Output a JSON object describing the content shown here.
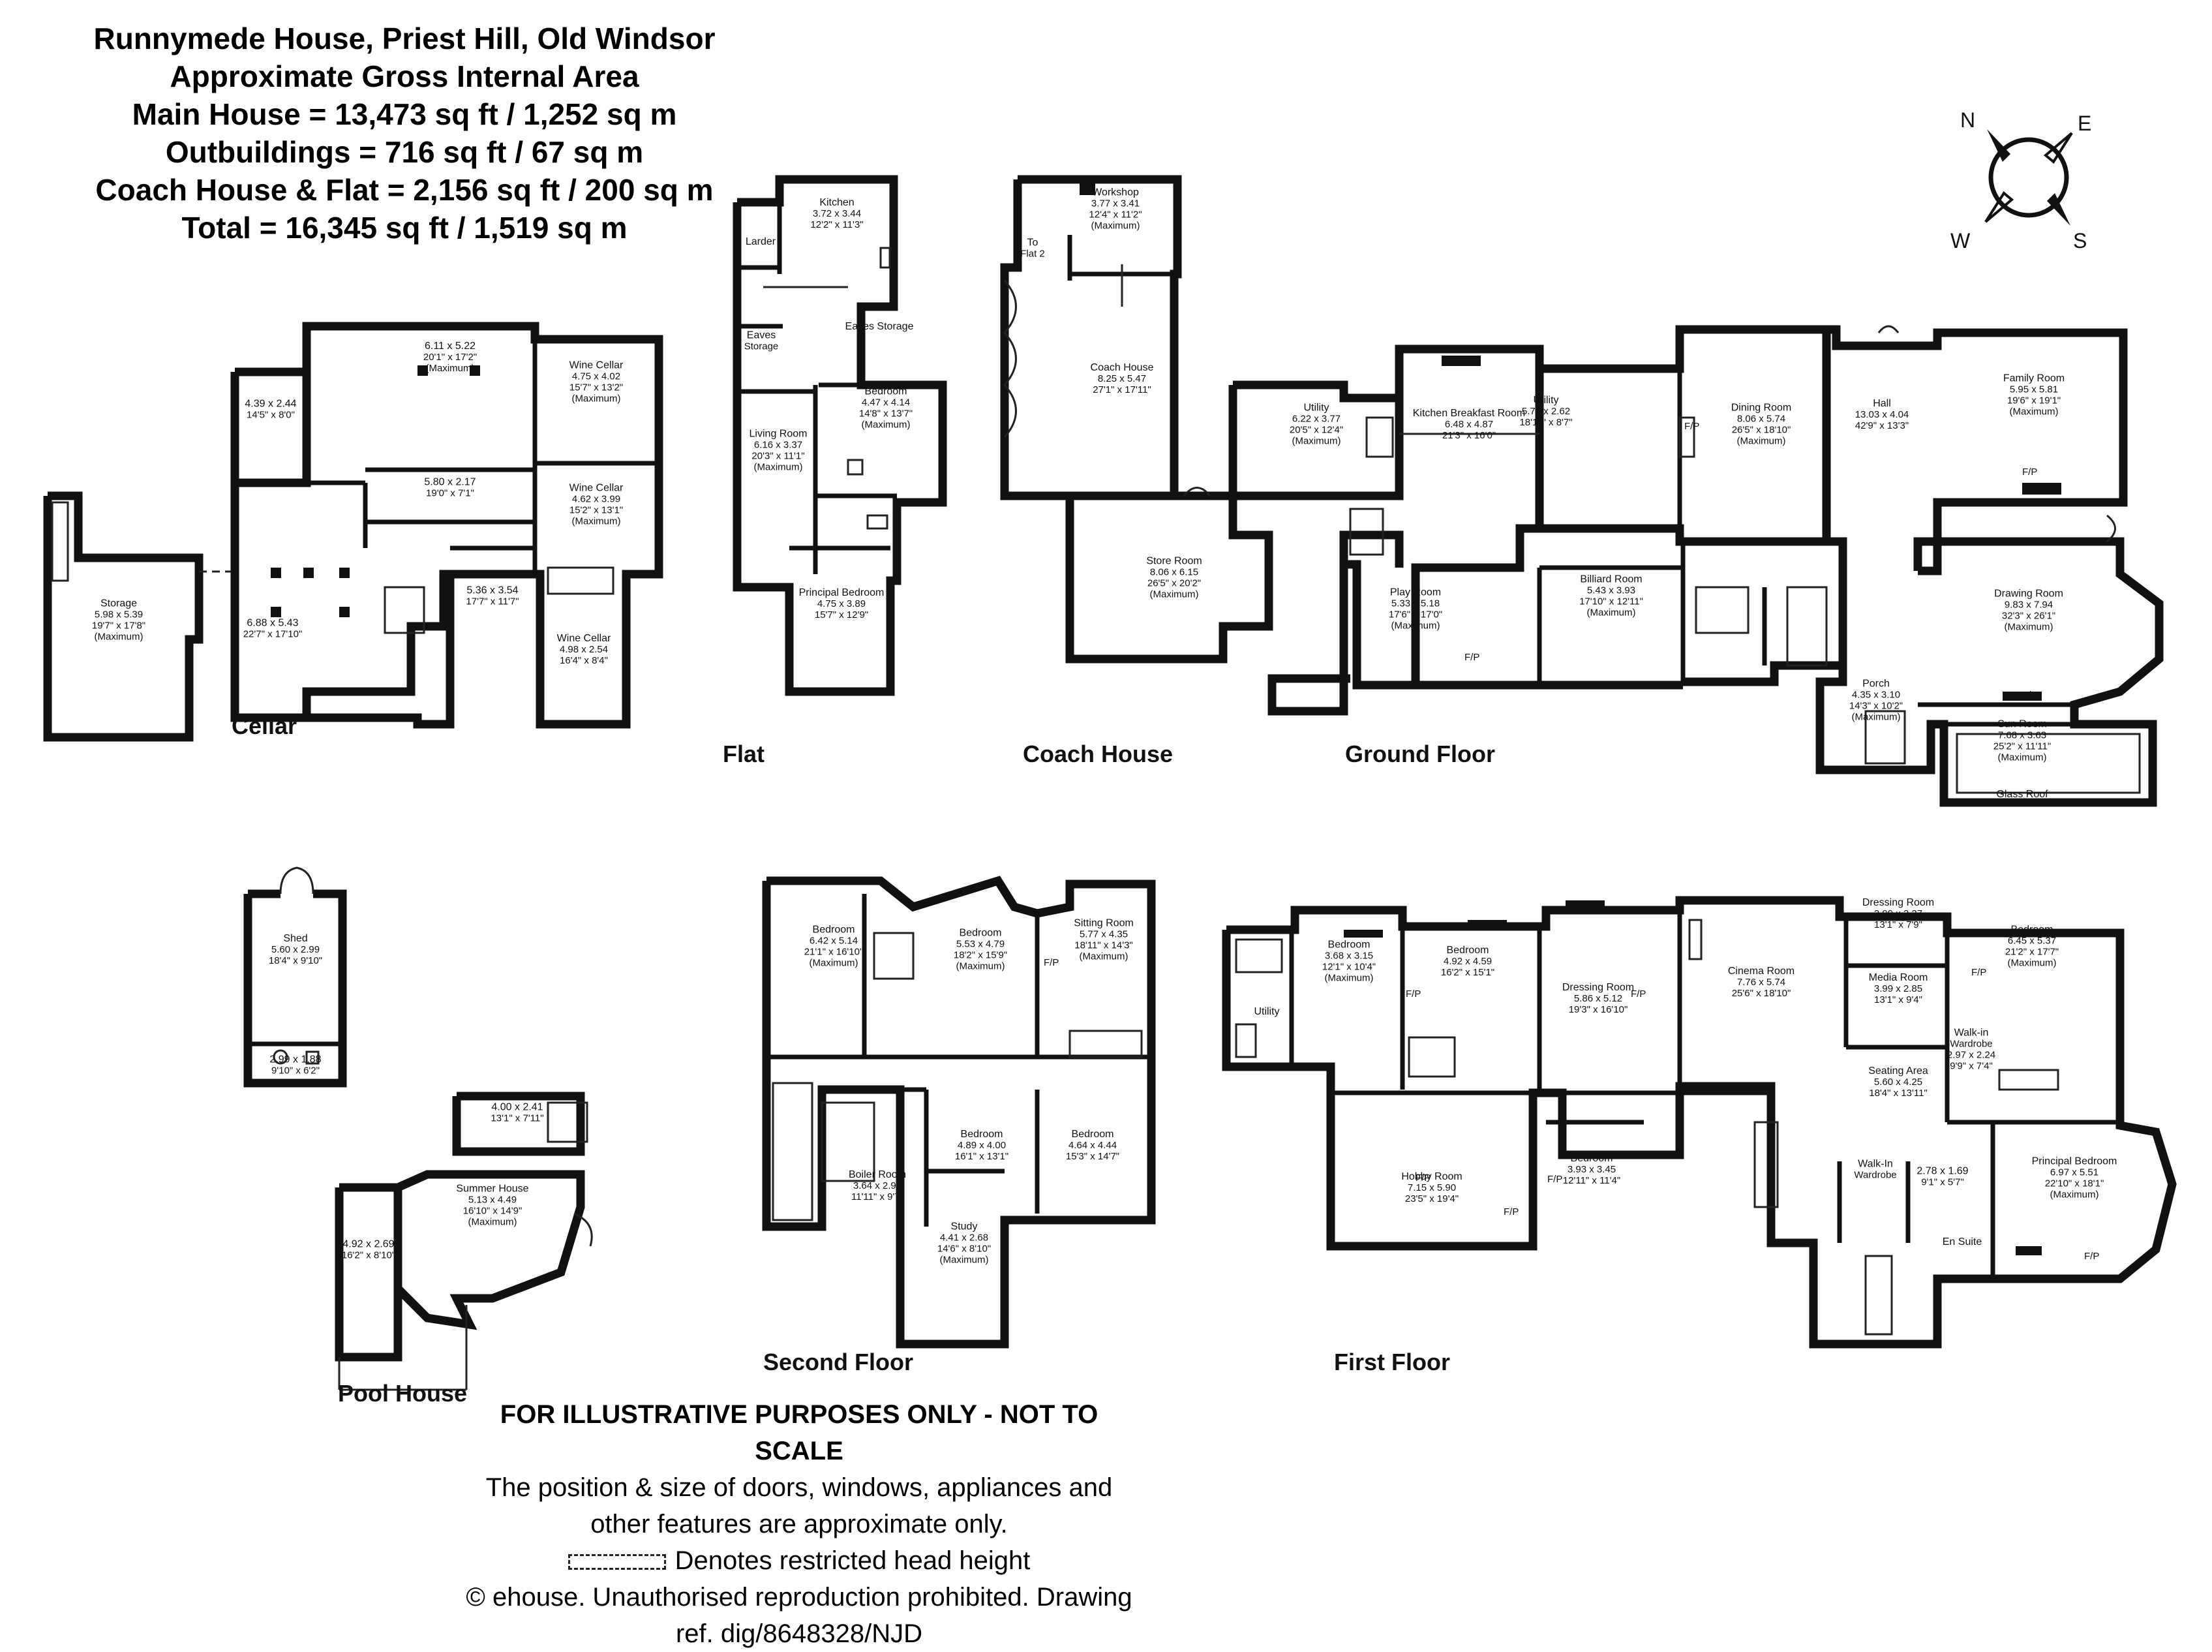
{
  "header": {
    "property": "Runnymede House, Priest Hill, Old Windsor",
    "area_title": "Approximate Gross Internal Area",
    "main_house": "Main House = 13,473 sq ft / 1,252 sq m",
    "outbuildings": "Outbuildings = 716 sq ft / 67 sq m",
    "coach_house": "Coach House & Flat = 2,156 sq ft / 200 sq m",
    "total": "Total = 16,345 sq ft / 1,519 sq m"
  },
  "compass": {
    "n": "N",
    "e": "E",
    "s": "S",
    "w": "W"
  },
  "sections": {
    "cellar": "Cellar",
    "flat": "Flat",
    "coach_house": "Coach House",
    "ground_floor": "Ground Floor",
    "pool_house": "Pool House",
    "second_floor": "Second Floor",
    "first_floor": "First Floor"
  },
  "rooms": [
    {
      "id": "cellar-storage",
      "lines": [
        "Storage",
        "5.98 x 5.39",
        "19'7\" x 17'8\"",
        "(Maximum)"
      ]
    },
    {
      "id": "cellar-small",
      "lines": [
        "4.39 x 2.44",
        "14'5\" x 8'0\""
      ]
    },
    {
      "id": "cellar-main",
      "lines": [
        "6.88 x 5.43",
        "22'7\" x 17'10\""
      ]
    },
    {
      "id": "cellar-top",
      "lines": [
        "6.11 x 5.22",
        "20'1\" x 17'2\"",
        "(Maximum)"
      ]
    },
    {
      "id": "cellar-mid",
      "lines": [
        "5.80 x 2.17",
        "19'0\" x 7'1\""
      ]
    },
    {
      "id": "cellar-wine1",
      "lines": [
        "Wine Cellar",
        "4.75 x 4.02",
        "15'7\" x 13'2\"",
        "(Maximum)"
      ]
    },
    {
      "id": "cellar-wine2",
      "lines": [
        "Wine Cellar",
        "4.62 x 3.99",
        "15'2\" x 13'1\"",
        "(Maximum)"
      ]
    },
    {
      "id": "cellar-536",
      "lines": [
        "5.36 x 3.54",
        "17'7\" x 11'7\""
      ]
    },
    {
      "id": "cellar-wine3",
      "lines": [
        "Wine Cellar",
        "4.98 x 2.54",
        "16'4\" x 8'4\""
      ]
    },
    {
      "id": "flat-kitchen",
      "lines": [
        "Kitchen",
        "3.72 x 3.44",
        "12'2\" x 11'3\""
      ]
    },
    {
      "id": "flat-larder",
      "lines": [
        "Larder"
      ]
    },
    {
      "id": "flat-eaves1",
      "lines": [
        "Eaves",
        "Storage"
      ]
    },
    {
      "id": "flat-eaves2",
      "lines": [
        "Eaves Storage"
      ]
    },
    {
      "id": "flat-living",
      "lines": [
        "Living Room",
        "6.16 x 3.37",
        "20'3\" x 11'1\"",
        "(Maximum)"
      ]
    },
    {
      "id": "flat-bedroom",
      "lines": [
        "Bedroom",
        "4.47 x 4.14",
        "14'8\" x 13'7\"",
        "(Maximum)"
      ]
    },
    {
      "id": "flat-principal",
      "lines": [
        "Principal Bedroom",
        "4.75 x 3.89",
        "15'7\" x 12'9\""
      ]
    },
    {
      "id": "coach-workshop",
      "lines": [
        "Workshop",
        "3.77 x 3.41",
        "12'4\" x 11'2\"",
        "(Maximum)"
      ]
    },
    {
      "id": "coach-toflat",
      "lines": [
        "To",
        "Flat 2"
      ]
    },
    {
      "id": "coach-house",
      "lines": [
        "Coach House",
        "8.25 x 5.47",
        "27'1\" x 17'11\""
      ]
    },
    {
      "id": "coach-store",
      "lines": [
        "Store Room",
        "8.06 x 6.15",
        "26'5\" x 20'2\"",
        "(Maximum)"
      ]
    },
    {
      "id": "gf-utility1",
      "lines": [
        "Utility",
        "6.22 x 3.77",
        "20'5\" x 12'4\"",
        "(Maximum)"
      ]
    },
    {
      "id": "gf-kitchen",
      "lines": [
        "Kitchen Breakfast Room",
        "6.48 x 4.87",
        "21'3\" x 16'0\""
      ]
    },
    {
      "id": "gf-utility2",
      "lines": [
        "Utility",
        "5.76 x 2.62",
        "18'11\" x 8'7\""
      ]
    },
    {
      "id": "gf-dining",
      "lines": [
        "Dining Room",
        "8.06 x 5.74",
        "26'5\" x 18'10\"",
        "(Maximum)"
      ]
    },
    {
      "id": "gf-hall",
      "lines": [
        "Hall",
        "13.03 x 4.04",
        "42'9\" x 13'3\""
      ]
    },
    {
      "id": "gf-family",
      "lines": [
        "Family Room",
        "5.95 x 5.81",
        "19'6\" x 19'1\"",
        "(Maximum)"
      ]
    },
    {
      "id": "gf-play",
      "lines": [
        "Play Room",
        "5.33 x 5.18",
        "17'6\" x 17'0\"",
        "(Maximum)"
      ]
    },
    {
      "id": "gf-billiard",
      "lines": [
        "Billiard Room",
        "5.43 x 3.93",
        "17'10\" x 12'11\"",
        "(Maximum)"
      ]
    },
    {
      "id": "gf-drawing",
      "lines": [
        "Drawing Room",
        "9.83 x 7.94",
        "32'3\" x 26'1\"",
        "(Maximum)"
      ]
    },
    {
      "id": "gf-porch",
      "lines": [
        "Porch",
        "4.35 x 3.10",
        "14'3\" x 10'2\"",
        "(Maximum)"
      ]
    },
    {
      "id": "gf-sun",
      "lines": [
        "Sun Room",
        "7.68 x 3.63",
        "25'2\" x 11'11\"",
        "(Maximum)"
      ]
    },
    {
      "id": "gf-glass",
      "lines": [
        "Glass Roof"
      ]
    },
    {
      "id": "pool-shed",
      "lines": [
        "Shed",
        "5.60 x 2.99",
        "18'4\" x 9'10\""
      ]
    },
    {
      "id": "pool-small",
      "lines": [
        "2.99 x 1.88",
        "9'10\" x 6'2\""
      ]
    },
    {
      "id": "pool-400",
      "lines": [
        "4.00 x 2.41",
        "13'1\" x 7'11\""
      ]
    },
    {
      "id": "pool-summer",
      "lines": [
        "Summer House",
        "5.13 x 4.49",
        "16'10\" x 14'9\"",
        "(Maximum)"
      ]
    },
    {
      "id": "pool-492",
      "lines": [
        "4.92 x 2.69",
        "16'2\" x 8'10\""
      ]
    },
    {
      "id": "sf-bed1",
      "lines": [
        "Bedroom",
        "6.42 x 5.14",
        "21'1\" x 16'10\"",
        "(Maximum)"
      ]
    },
    {
      "id": "sf-bed2",
      "lines": [
        "Bedroom",
        "5.53 x 4.79",
        "18'2\" x 15'9\"",
        "(Maximum)"
      ]
    },
    {
      "id": "sf-sitting",
      "lines": [
        "Sitting Room",
        "5.77 x 4.35",
        "18'11\" x 14'3\"",
        "(Maximum)"
      ]
    },
    {
      "id": "sf-bed3",
      "lines": [
        "Bedroom",
        "4.89 x 4.00",
        "16'1\" x 13'1\""
      ]
    },
    {
      "id": "sf-bed4",
      "lines": [
        "Bedroom",
        "4.64 x 4.44",
        "15'3\" x 14'7\""
      ]
    },
    {
      "id": "sf-boiler",
      "lines": [
        "Boiler Room",
        "3.64 x 2.93",
        "11'11\" x 9'7\""
      ]
    },
    {
      "id": "sf-study",
      "lines": [
        "Study",
        "4.41 x 2.68",
        "14'6\" x 8'10\"",
        "(Maximum)"
      ]
    },
    {
      "id": "ff-utility",
      "lines": [
        "Utility"
      ]
    },
    {
      "id": "ff-bed1",
      "lines": [
        "Bedroom",
        "3.68 x 3.15",
        "12'1\" x 10'4\"",
        "(Maximum)"
      ]
    },
    {
      "id": "ff-bed2",
      "lines": [
        "Bedroom",
        "4.92 x 4.59",
        "16'2\" x 15'1\""
      ]
    },
    {
      "id": "ff-dressing",
      "lines": [
        "Dressing Room",
        "5.86 x 5.12",
        "19'3\" x 16'10\""
      ]
    },
    {
      "id": "ff-cinema",
      "lines": [
        "Cinema Room",
        "7.76 x 5.74",
        "25'6\" x 18'10\""
      ]
    },
    {
      "id": "ff-dressing2",
      "lines": [
        "Dressing Room",
        "3.99 x 2.37",
        "13'1\" x 7'9\""
      ]
    },
    {
      "id": "ff-media",
      "lines": [
        "Media Room",
        "3.99 x 2.85",
        "13'1\" x 9'4\""
      ]
    },
    {
      "id": "ff-bed3",
      "lines": [
        "Bedroom",
        "6.45 x 5.37",
        "21'2\" x 17'7\"",
        "(Maximum)"
      ]
    },
    {
      "id": "ff-seating",
      "lines": [
        "Seating Area",
        "5.60 x 4.25",
        "18'4\" x 13'11\""
      ]
    },
    {
      "id": "ff-walkin1",
      "lines": [
        "Walk-in",
        "Wardrobe",
        "2.97 x 2.24",
        "9'9\" x 7'4\""
      ]
    },
    {
      "id": "ff-hobby",
      "lines": [
        "Hobby Room",
        "7.15 x 5.90",
        "23'5\" x 19'4\""
      ]
    },
    {
      "id": "ff-bed4",
      "lines": [
        "Bedroom",
        "3.93 x 3.45",
        "12'11\" x 11'4\""
      ]
    },
    {
      "id": "ff-walkin2",
      "lines": [
        "Walk-In",
        "Wardrobe"
      ]
    },
    {
      "id": "ff-278",
      "lines": [
        "2.78 x 1.69",
        "9'1\" x 5'7\""
      ]
    },
    {
      "id": "ff-ensuite",
      "lines": [
        "En Suite"
      ]
    },
    {
      "id": "ff-principal",
      "lines": [
        "Principal Bedroom",
        "6.97 x 5.51",
        "22'10\" x 18'1\"",
        "(Maximum)"
      ]
    }
  ],
  "fp_label": "F/P",
  "footer": {
    "disclaimer": "FOR ILLUSTRATIVE PURPOSES ONLY - NOT TO SCALE",
    "position_note": "The position & size of doors, windows, appliances and other features are approximate only.",
    "legend": "Denotes restricted head height",
    "copyright": "© ehouse. Unauthorised reproduction prohibited. Drawing ref. dig/8648328/NJD"
  }
}
